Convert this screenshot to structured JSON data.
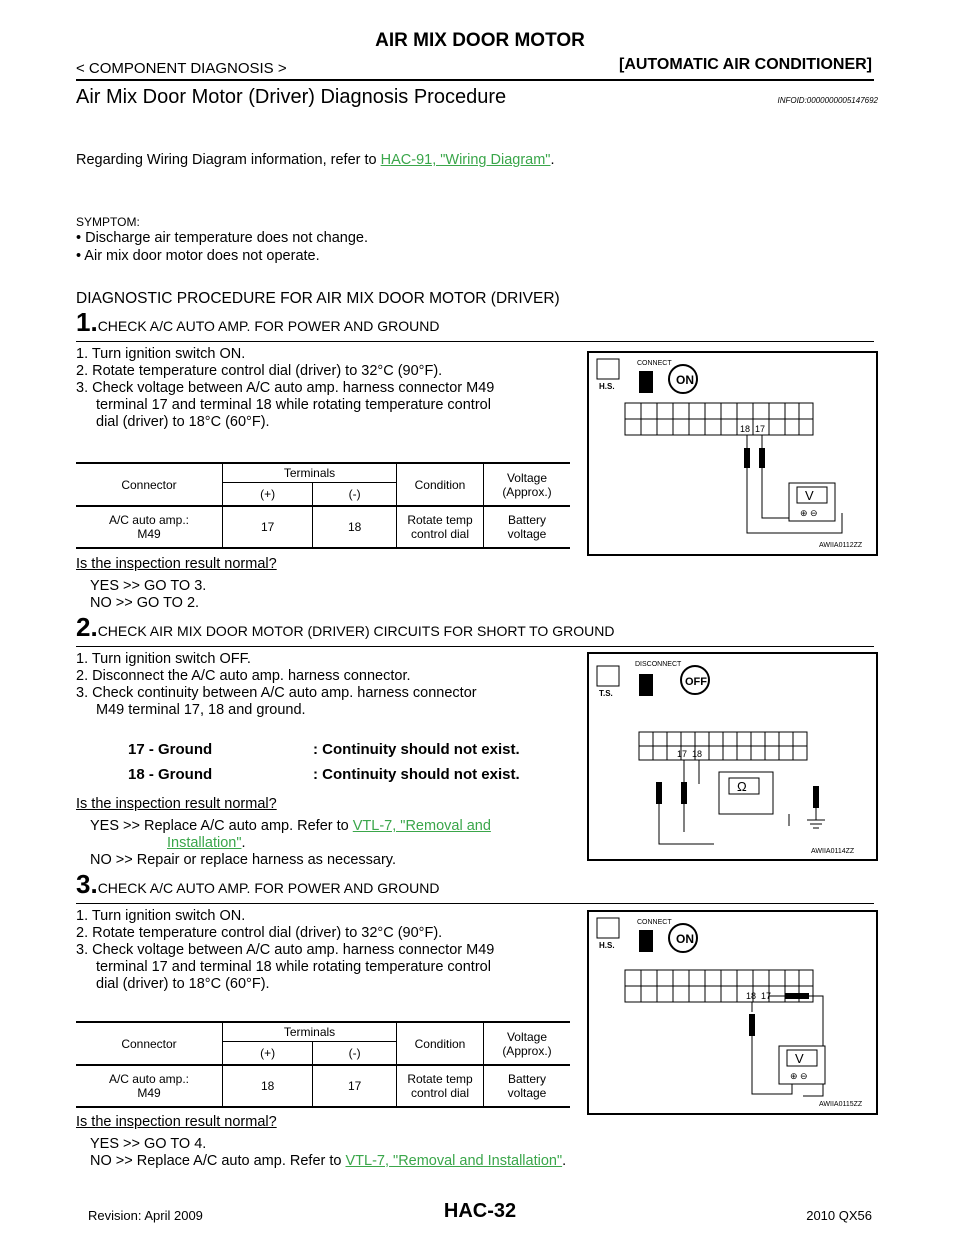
{
  "header": {
    "title": "AIR MIX DOOR MOTOR",
    "left": "< COMPONENT DIAGNOSIS >",
    "right": "[AUTOMATIC AIR CONDITIONER]"
  },
  "section": {
    "title": "Air Mix Door Motor (Driver) Diagnosis Procedure",
    "infoid": "INFOID:0000000005147692"
  },
  "intro": {
    "prefix": "Regarding Wiring Diagram information, refer to ",
    "link": "HAC-91, \"Wiring Diagram\"",
    "suffix": "."
  },
  "symptom": {
    "label": "SYMPTOM:",
    "items": [
      "• Discharge air temperature does not change.",
      "• Air mix door motor does not operate."
    ]
  },
  "procedure_title": "DIAGNOSTIC PROCEDURE FOR AIR MIX DOOR MOTOR (DRIVER)",
  "step1": {
    "num": "1.",
    "title": "CHECK A/C AUTO AMP. FOR POWER AND GROUND",
    "l1": "1. Turn ignition switch ON.",
    "l2": "2. Rotate temperature control dial (driver) to 32°C (90°F).",
    "l3a": "3. Check voltage between A/C auto amp. harness connector M49",
    "l3b": "terminal 17 and terminal 18 while rotating temperature control",
    "l3c": "dial (driver) to 18°C (60°F).",
    "table": {
      "h_connector": "Connector",
      "h_terminals": "Terminals",
      "h_condition": "Condition",
      "h_voltage1": "Voltage",
      "h_voltage2": "(Approx.)",
      "h_plus": "(+)",
      "h_minus": "(-)",
      "connector1": "A/C auto amp.:",
      "connector2": "M49",
      "plus": "17",
      "minus": "18",
      "cond1": "Rotate temp",
      "cond2": "control dial",
      "volt1": "Battery",
      "volt2": "voltage"
    },
    "question": "Is the inspection result normal?",
    "yes": "YES    >> GO TO 3.",
    "no": "NO     >> GO TO 2.",
    "fig_id": "AWIIA0112ZZ",
    "fig": {
      "label_connect": "CONNECT",
      "label_hs": "H.S.",
      "label_on": "ON",
      "t18": "18",
      "t17": "17",
      "meter": "V"
    }
  },
  "step2": {
    "num": "2.",
    "title": "CHECK AIR MIX DOOR MOTOR (DRIVER) CIRCUITS FOR SHORT TO GROUND",
    "l1": "1. Turn ignition switch OFF.",
    "l2": "2. Disconnect the A/C auto amp. harness connector.",
    "l3a": "3. Check continuity between A/C auto amp. harness connector",
    "l3b": "M49 terminal 17, 18 and ground.",
    "c1a": "17 - Ground",
    "c1b": ": Continuity should not exist.",
    "c2a": "18 - Ground",
    "c2b": ": Continuity should not exist.",
    "question": "Is the inspection result normal?",
    "yes_prefix": "YES    >> Replace A/C auto amp. Refer to ",
    "yes_link1": "VTL-7, \"Removal and",
    "yes_link2": "Installation\"",
    "yes_suffix": ".",
    "no": "NO     >> Repair or replace harness as necessary.",
    "fig_id": "AWIIA0114ZZ",
    "fig": {
      "label_disconnect": "DISCONNECT",
      "label_ts": "T.S.",
      "label_off": "OFF",
      "t17": "17",
      "t18": "18",
      "meter": "Ω"
    }
  },
  "step3": {
    "num": "3.",
    "title": "CHECK A/C AUTO AMP. FOR POWER AND GROUND",
    "l1": "1. Turn ignition switch ON.",
    "l2": "2. Rotate temperature control dial (driver) to 32°C (90°F).",
    "l3a": "3. Check voltage between A/C auto amp. harness connector M49",
    "l3b": "terminal 17 and terminal 18 while rotating temperature control",
    "l3c": "dial (driver) to 18°C (60°F).",
    "table": {
      "h_connector": "Connector",
      "h_terminals": "Terminals",
      "h_condition": "Condition",
      "h_voltage1": "Voltage",
      "h_voltage2": "(Approx.)",
      "h_plus": "(+)",
      "h_minus": "(-)",
      "connector1": "A/C auto amp.:",
      "connector2": "M49",
      "plus": "18",
      "minus": "17",
      "cond1": "Rotate temp",
      "cond2": "control dial",
      "volt1": "Battery",
      "volt2": "voltage"
    },
    "question": "Is the inspection result normal?",
    "yes": "YES    >> GO TO 4.",
    "no_prefix": "NO     >> Replace A/C auto amp. Refer to ",
    "no_link": "VTL-7, \"Removal and Installation\"",
    "no_suffix": ".",
    "fig_id": "AWIIA0115ZZ",
    "fig": {
      "label_connect": "CONNECT",
      "label_hs": "H.S.",
      "label_on": "ON",
      "t18": "18",
      "t17": "17",
      "meter": "V"
    }
  },
  "footer": {
    "revision": "Revision: April 2009",
    "page": "HAC-32",
    "model": "2010 QX56"
  }
}
